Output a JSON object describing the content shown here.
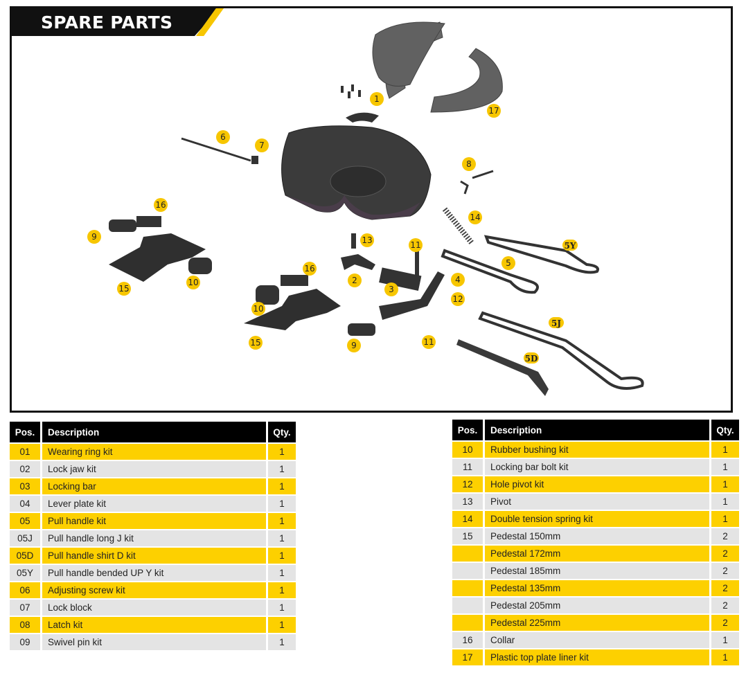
{
  "header": {
    "title": "SPARE PARTS"
  },
  "callouts": {
    "c1": "1",
    "c17": "17",
    "c6": "6",
    "c7": "7",
    "c8": "8",
    "c16a": "16",
    "c9a": "9",
    "c15a": "15",
    "c10a": "10",
    "c13": "13",
    "c14": "14",
    "c11a": "11",
    "c5y": "5Y",
    "c2": "2",
    "c3": "3",
    "c5": "5",
    "c4": "4",
    "c12": "12",
    "c16b": "16",
    "c10b": "10",
    "c15b": "15",
    "c9b": "9",
    "c11b": "11",
    "c5j": "5J",
    "c5d": "5D"
  },
  "table_left": {
    "headers": {
      "pos": "Pos.",
      "desc": "Description",
      "qty": "Qty."
    },
    "rows": [
      {
        "pos": "01",
        "desc": "Wearing ring kit",
        "qty": "1"
      },
      {
        "pos": "02",
        "desc": "Lock jaw kit",
        "qty": "1"
      },
      {
        "pos": "03",
        "desc": "Locking bar",
        "qty": "1"
      },
      {
        "pos": "04",
        "desc": "Lever plate kit",
        "qty": "1"
      },
      {
        "pos": "05",
        "desc": "Pull handle kit",
        "qty": "1"
      },
      {
        "pos": "05J",
        "desc": "Pull handle long J kit",
        "qty": "1"
      },
      {
        "pos": "05D",
        "desc": "Pull handle shirt D kit",
        "qty": "1"
      },
      {
        "pos": "05Y",
        "desc": "Pull handle bended UP Y kit",
        "qty": "1"
      },
      {
        "pos": "06",
        "desc": "Adjusting screw kit",
        "qty": "1"
      },
      {
        "pos": "07",
        "desc": "Lock block",
        "qty": "1"
      },
      {
        "pos": "08",
        "desc": "Latch kit",
        "qty": "1"
      },
      {
        "pos": "09",
        "desc": "Swivel pin kit",
        "qty": "1"
      }
    ]
  },
  "table_right": {
    "headers": {
      "pos": "Pos.",
      "desc": "Description",
      "qty": "Qty."
    },
    "rows": [
      {
        "pos": "10",
        "desc": "Rubber bushing kit",
        "qty": "1"
      },
      {
        "pos": "11",
        "desc": "Locking bar bolt kit",
        "qty": "1"
      },
      {
        "pos": "12",
        "desc": "Hole pivot kit",
        "qty": "1"
      },
      {
        "pos": "13",
        "desc": "Pivot",
        "qty": "1"
      },
      {
        "pos": "14",
        "desc": "Double tension spring kit",
        "qty": "1"
      },
      {
        "pos": "15",
        "desc": "Pedestal 150mm",
        "qty": "2"
      },
      {
        "pos": "",
        "desc": "Pedestal 172mm",
        "qty": "2"
      },
      {
        "pos": "",
        "desc": "Pedestal 185mm",
        "qty": "2"
      },
      {
        "pos": "",
        "desc": "Pedestal 135mm",
        "qty": "2"
      },
      {
        "pos": "",
        "desc": "Pedestal 205mm",
        "qty": "2"
      },
      {
        "pos": "",
        "desc": "Pedestal 225mm",
        "qty": "2"
      },
      {
        "pos": "16",
        "desc": "Collar",
        "qty": "1"
      },
      {
        "pos": "17",
        "desc": "Plastic top plate liner kit",
        "qty": "1"
      }
    ]
  }
}
